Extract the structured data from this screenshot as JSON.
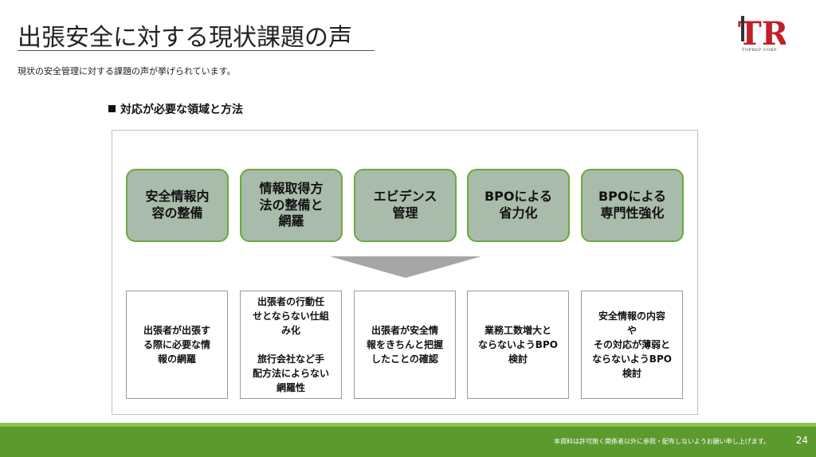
{
  "header": {
    "title": "出張安全に対する現状課題の声",
    "subtitle": "現状の安全管理に対する課題の声が挙げられています。",
    "logo_text": "TR",
    "logo_subtext": "TOPREP CORP"
  },
  "section": {
    "heading": "対応が必要な領域と方法"
  },
  "areas": [
    {
      "label": "安全情報内\n容の整備"
    },
    {
      "label": "情報取得方\n法の整備と\n網羅"
    },
    {
      "label": "エビデンス\n管理"
    },
    {
      "label": "BPOによる\n省力化"
    },
    {
      "label": "BPOによる\n専門性強化"
    }
  ],
  "methods": [
    {
      "text": "出張者が出張す\nる際に必要な情\n報の網羅"
    },
    {
      "text": "出張者の行動任\nせとならない仕組\nみ化\n\n旅行会社など手\n配方法によらない\n網羅性"
    },
    {
      "text": "出張者が安全情\n報をきちんと把握\nしたことの確認"
    },
    {
      "text": "業務工数増大と\nならないようBPO\n検討"
    },
    {
      "text": "安全情報の内容\nや\nその対応が薄弱と\nならないようBPO\n検討"
    }
  ],
  "footer": {
    "note": "本資料は許可無く関係者以外に参照・配布しないようお願い申し上げます。",
    "page": "24"
  },
  "colors": {
    "area_fill": "#a9bbab",
    "area_border": "#6aaa3c",
    "footer_green": "#5c9a2e",
    "footer_accent": "#8dc44f",
    "logo_red": "#c0202a",
    "arrow_gray": "#a6a6a6"
  }
}
